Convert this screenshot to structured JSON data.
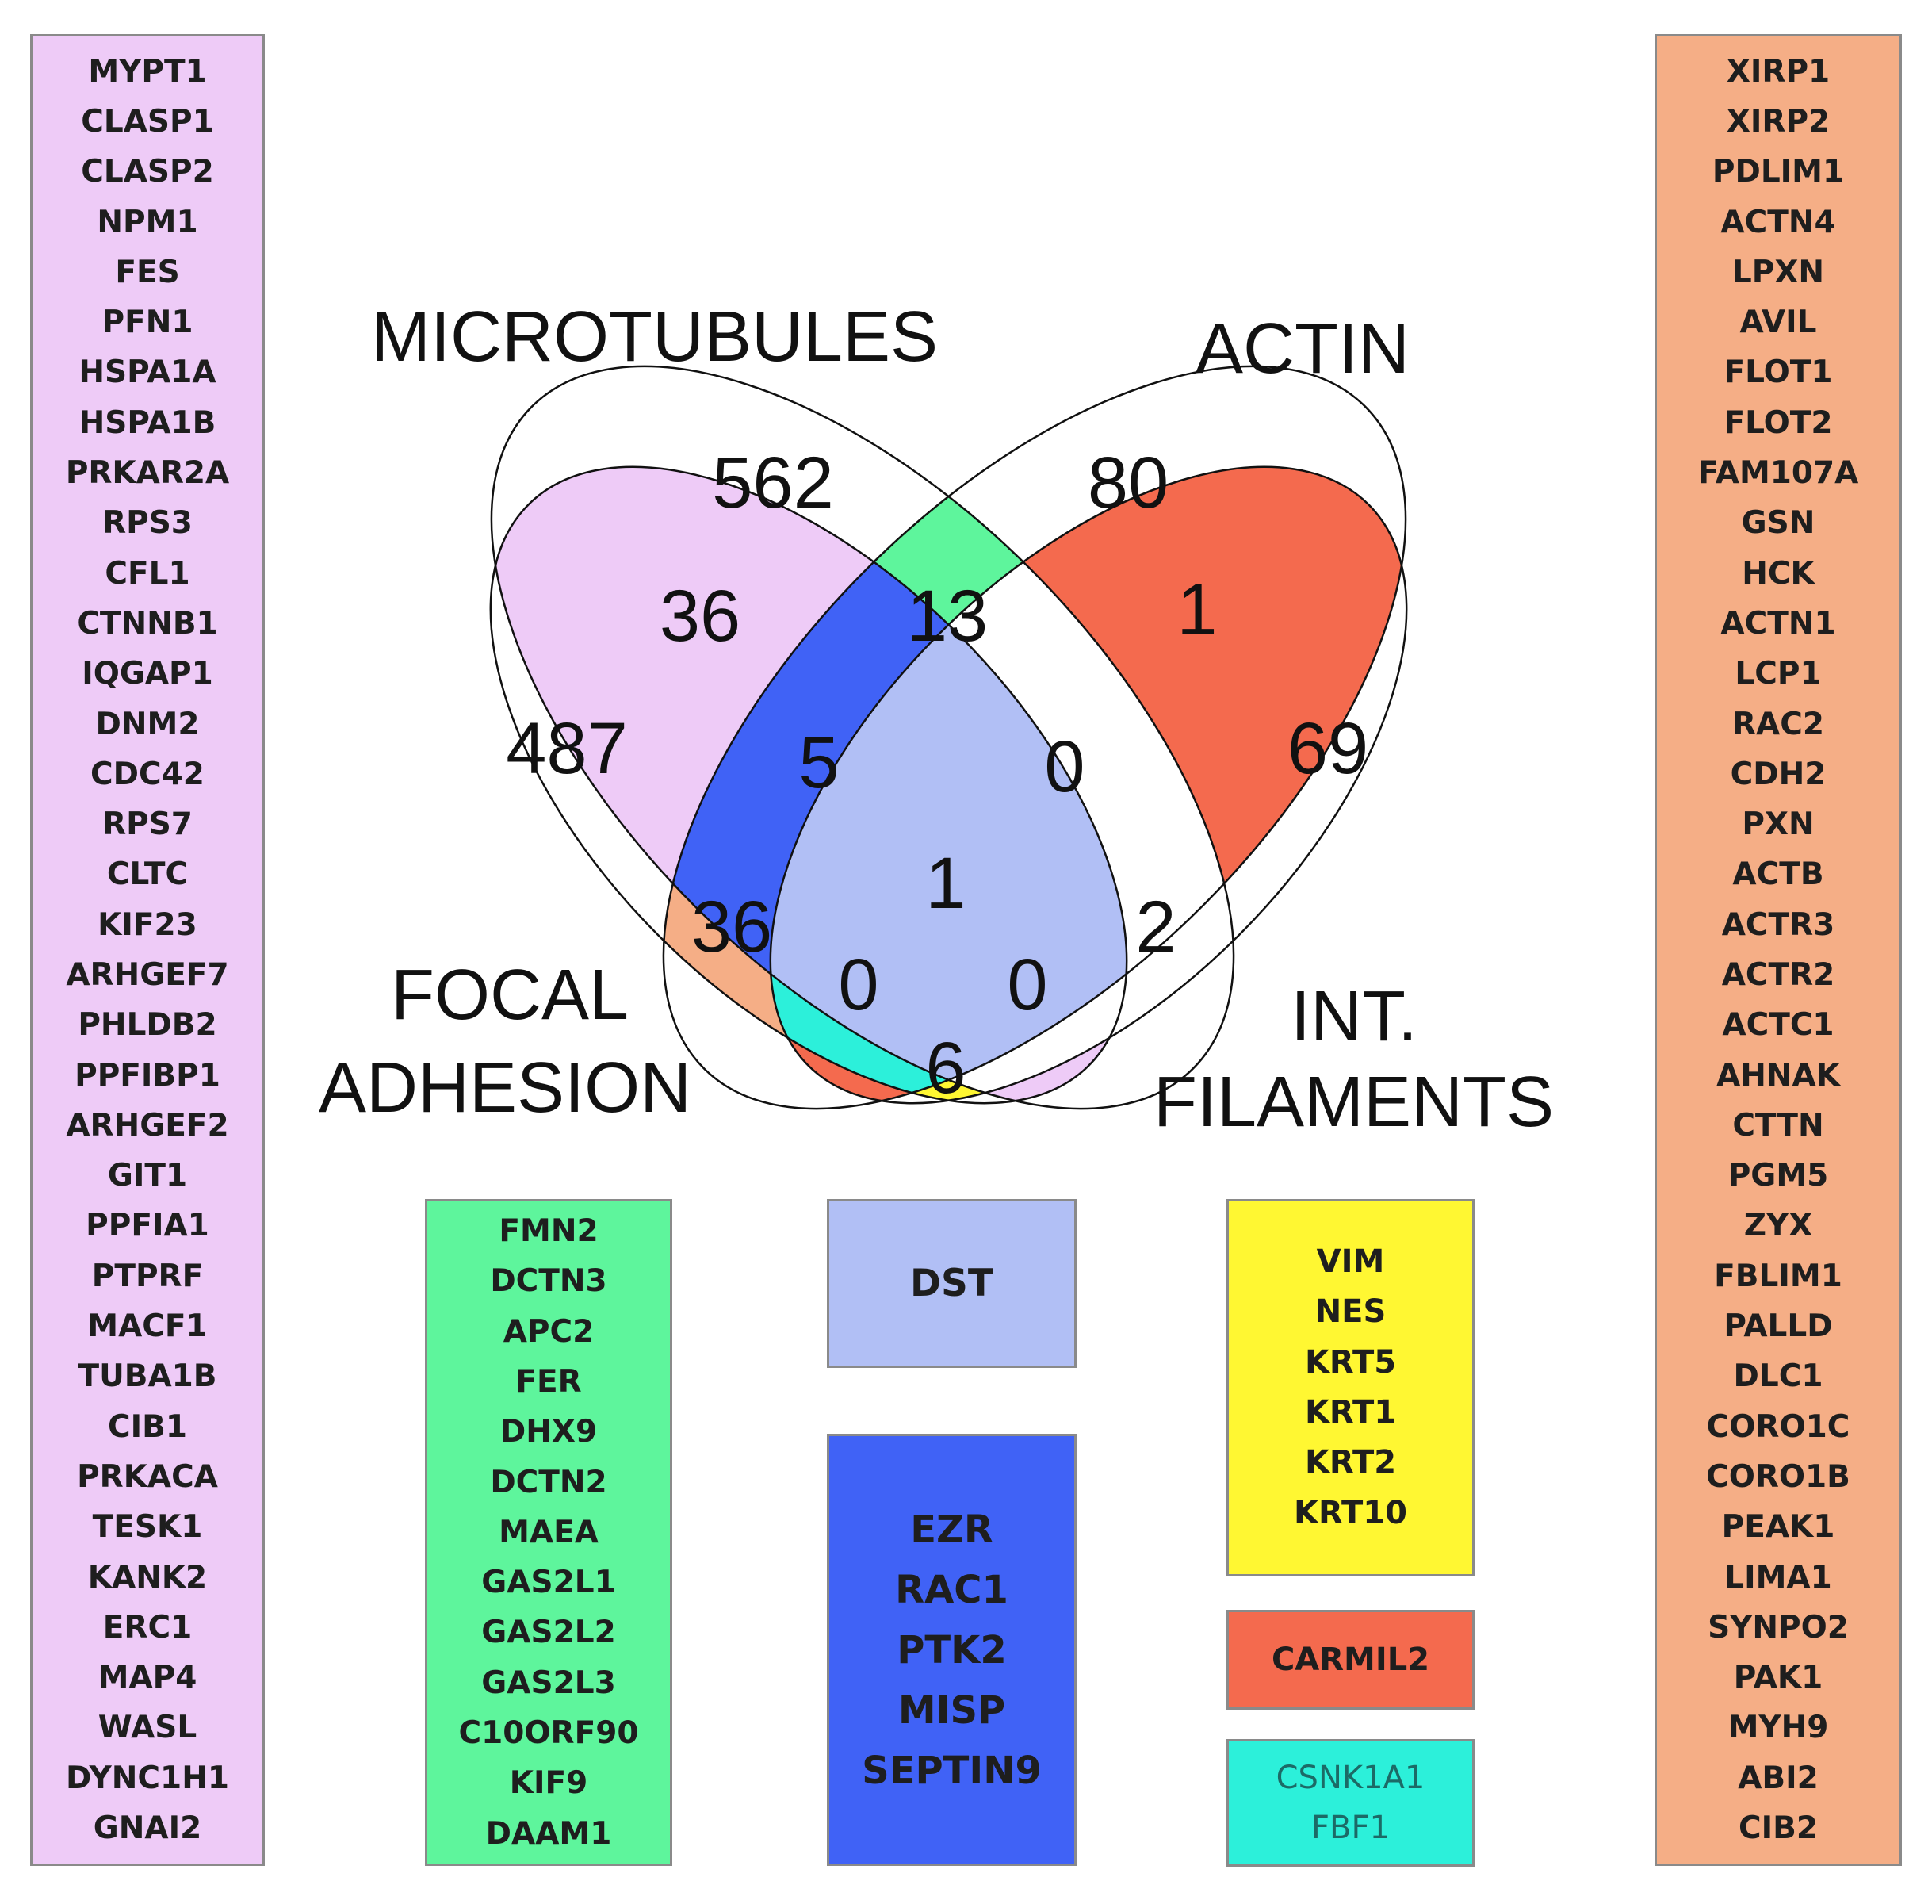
{
  "venn": {
    "sets": {
      "microtubules": "MICROTUBULES",
      "actin": "ACTIN",
      "focal_adhesion_line1": "FOCAL",
      "focal_adhesion_line2": "ADHESION",
      "int_filaments_line1": "INT.",
      "int_filaments_line2": "FILAMENTS"
    },
    "counts": {
      "microtubules_only": "562",
      "actin_only": "80",
      "focal_adhesion_only": "487",
      "int_filaments_only": "69",
      "fa_mt": "36",
      "mt_actin": "13",
      "actin_if": "1",
      "fa_mt_actin": "5",
      "mt_actin_if": "0",
      "fa_actin": "36",
      "all_four": "1",
      "actin_if_center": "2",
      "fa_mt_if": "0",
      "fa_actin_if": "0",
      "fa_if": "6"
    },
    "colors": {
      "fa_mt": "#eecbf7",
      "mt_actin": "#5ef59c",
      "actin_if": "#f46a4e",
      "fa_mt_actin": "#4062f6",
      "fa_actin": "#f5ae86",
      "all_four": "#b1bff5",
      "actin_if_fa": "#2cf0da",
      "fa_if": "#fff732"
    }
  },
  "gene_boxes": {
    "focal_microtubules": [
      "MYPT1",
      "CLASP1",
      "CLASP2",
      "NPM1",
      "FES",
      "PFN1",
      "HSPA1A",
      "HSPA1B",
      "PRKAR2A",
      "RPS3",
      "CFL1",
      "CTNNB1",
      "IQGAP1",
      "DNM2",
      "CDC42",
      "RPS7",
      "CLTC",
      "KIF23",
      "ARHGEF7",
      "PHLDB2",
      "PPFIBP1",
      "ARHGEF2",
      "GIT1",
      "PPFIA1",
      "PTPRF",
      "MACF1",
      "TUBA1B",
      "CIB1",
      "PRKACA",
      "TESK1",
      "KANK2",
      "ERC1",
      "MAP4",
      "WASL",
      "DYNC1H1",
      "GNAI2"
    ],
    "focal_actin": [
      "XIRP1",
      "XIRP2",
      "PDLIM1",
      "ACTN4",
      "LPXN",
      "AVIL",
      "FLOT1",
      "FLOT2",
      "FAM107A",
      "GSN",
      "HCK",
      "ACTN1",
      "LCP1",
      "RAC2",
      "CDH2",
      "PXN",
      "ACTB",
      "ACTR3",
      "ACTR2",
      "ACTC1",
      "AHNAK",
      "CTTN",
      "PGM5",
      "ZYX",
      "FBLIM1",
      "PALLD",
      "DLC1",
      "CORO1C",
      "CORO1B",
      "PEAK1",
      "LIMA1",
      "SYNPO2",
      "PAK1",
      "MYH9",
      "ABI2",
      "CIB2"
    ],
    "microtubules_actin": [
      "FMN2",
      "DCTN3",
      "APC2",
      "FER",
      "DHX9",
      "DCTN2",
      "MAEA",
      "GAS2L1",
      "GAS2L2",
      "GAS2L3",
      "C10ORF90",
      "KIF9",
      "DAAM1"
    ],
    "all_four": [
      "DST"
    ],
    "focal_microtubules_actin": [
      "EZR",
      "RAC1",
      "PTK2",
      "MISP",
      "SEPTIN9"
    ],
    "focal_int_filaments": [
      "VIM",
      "NES",
      "KRT5",
      "KRT1",
      "KRT2",
      "KRT10"
    ],
    "actin_int_filaments": [
      "CARMIL2"
    ],
    "focal_actin_int_filaments": [
      "CSNK1A1",
      "FBF1"
    ]
  }
}
